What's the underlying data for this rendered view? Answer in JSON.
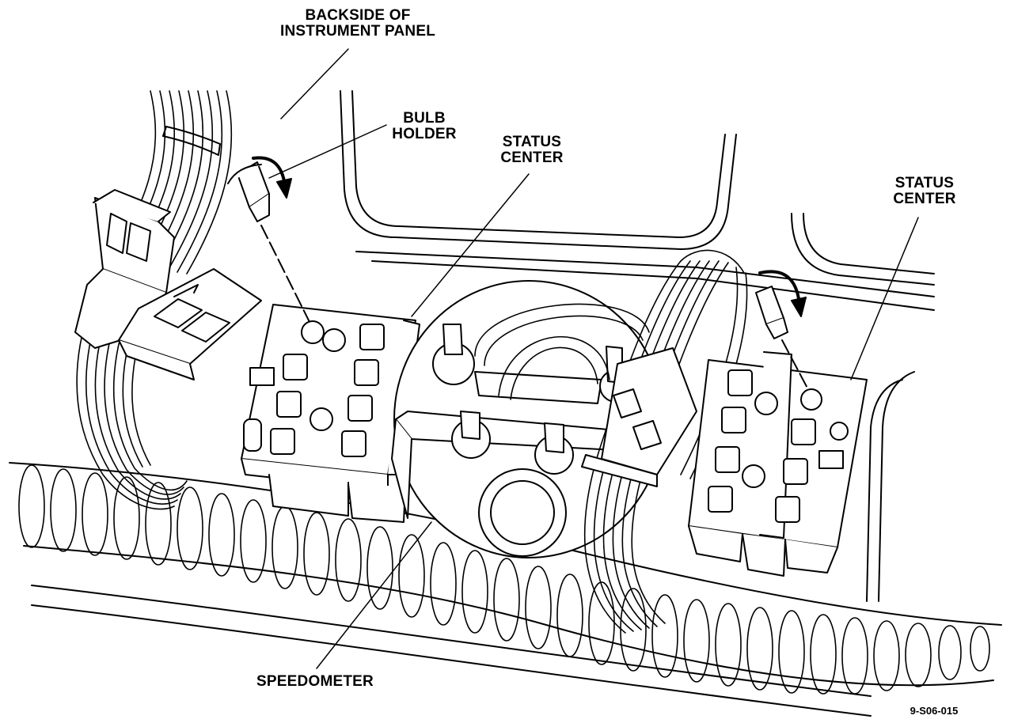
{
  "labels": {
    "backside_line1": "BACKSIDE OF",
    "backside_line2": "INSTRUMENT PANEL",
    "bulb_line1": "BULB",
    "bulb_line2": "HOLDER",
    "status_center_left_line1": "STATUS",
    "status_center_left_line2": "CENTER",
    "status_center_right_line1": "STATUS",
    "status_center_right_line2": "CENTER",
    "speedometer": "SPEEDOMETER",
    "figure_code": "9-S06-015"
  },
  "colors": {
    "ink": "#000000",
    "paper": "#ffffff"
  }
}
